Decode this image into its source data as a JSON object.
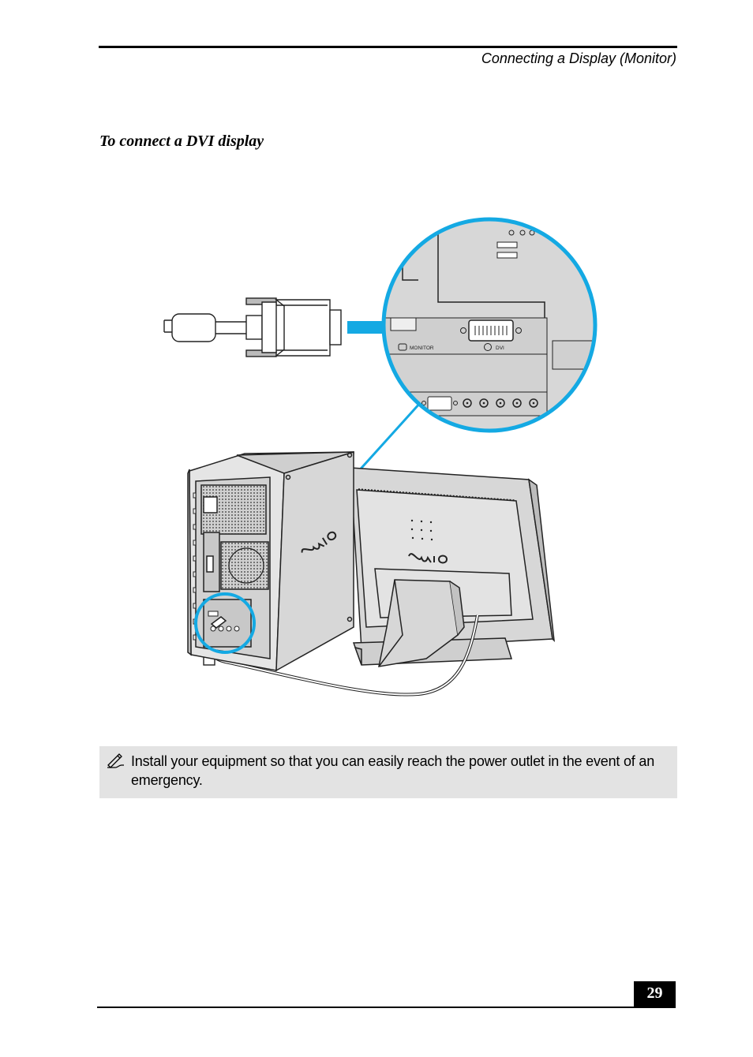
{
  "header": {
    "running_title": "Connecting a Display (Monitor)"
  },
  "section": {
    "title": "To connect a DVI display"
  },
  "illustration": {
    "port_labels": {
      "monitor": "MONITOR",
      "dvi": "DVI"
    },
    "brand_logo": "VAIO",
    "colors": {
      "callout": "#14a9e3",
      "outline": "#222222",
      "panel": "#d7d7d7"
    }
  },
  "note": {
    "icon": "pencil-note-icon",
    "text": "Install your equipment so that you can easily reach the power outlet in the event of an emergency."
  },
  "footer": {
    "page_number": "29"
  }
}
